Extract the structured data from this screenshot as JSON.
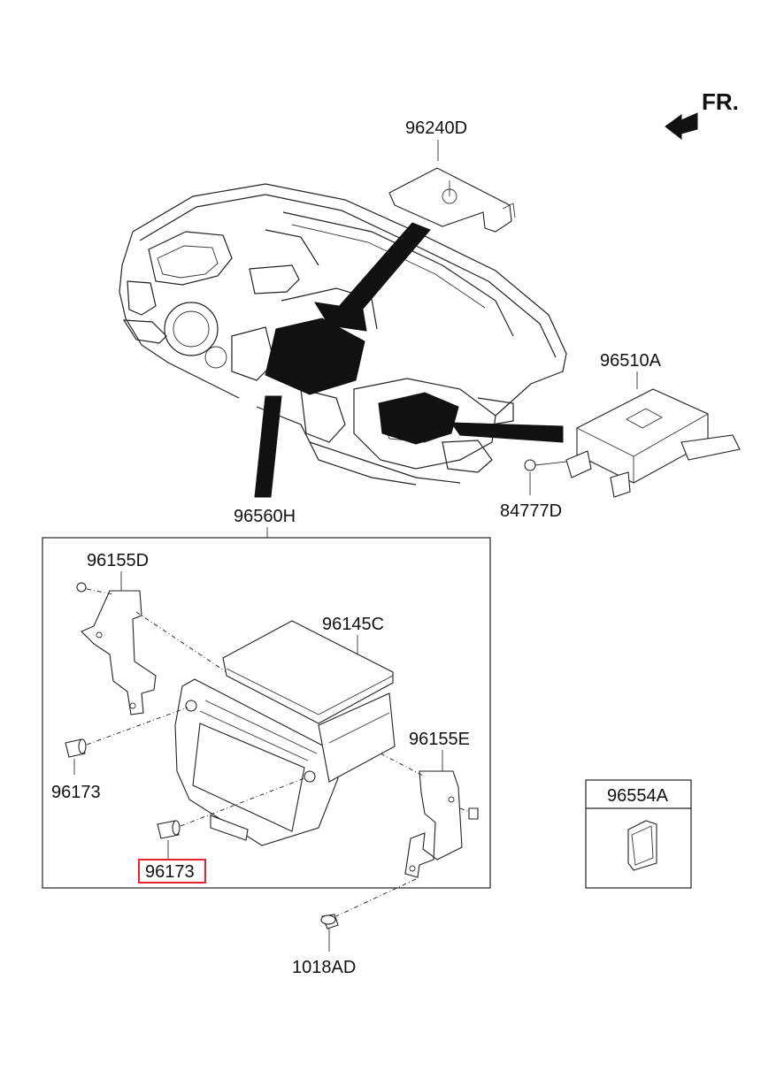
{
  "direction_label": "FR.",
  "parts": {
    "bracket_top": "96240D",
    "amp_module": "96510A",
    "screw_amp": "84777D",
    "head_unit_assy": "96560H",
    "bracket_left": "96155D",
    "deck": "96145C",
    "bracket_right": "96155E",
    "knob_left": "96173",
    "knob_bottom": "96173",
    "sd_card": "96554A",
    "screw_bottom": "1018AD"
  },
  "highlight_color": "#e8242b"
}
